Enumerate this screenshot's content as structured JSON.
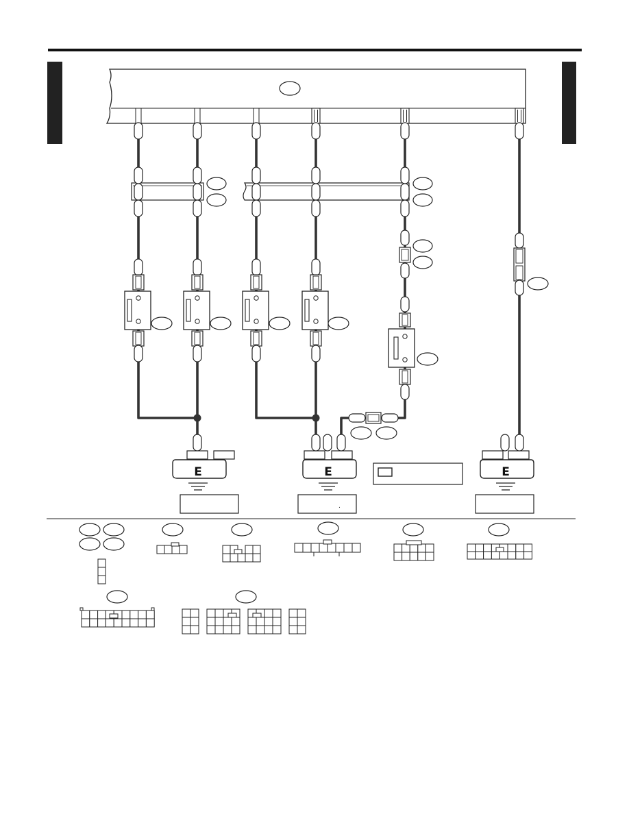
{
  "diagram": {
    "ground_labels": [
      "E",
      "E",
      "E"
    ],
    "small_mark": ".",
    "legend_text": "",
    "colors": {
      "wire": "#333333",
      "line": "#222222",
      "tab": "#222222",
      "background": "#ffffff"
    }
  }
}
